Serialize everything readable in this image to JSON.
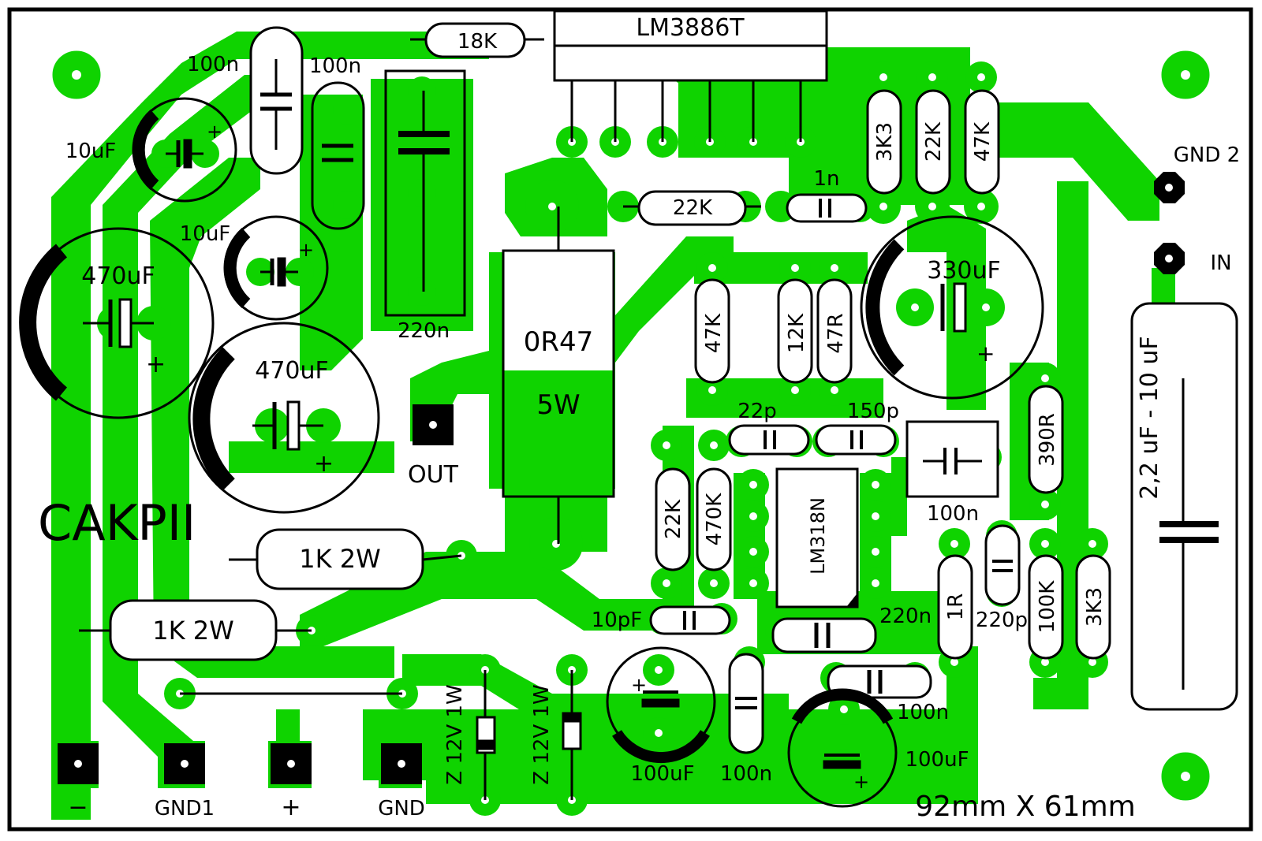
{
  "colors": {
    "copper": "#0fd300",
    "ink": "#000000",
    "board": "#ffffff"
  },
  "chip_main": "LM3886T",
  "chip_opamp": "LM318N",
  "board_name": "CAKPII",
  "board_size": "92mm X 61mm",
  "terminals": {
    "gnd2": "GND 2",
    "in": "IN",
    "out": "OUT",
    "minus": "−",
    "gnd1": "GND1",
    "plus": "+",
    "gnd": "GND"
  },
  "components": {
    "r18k": "18K",
    "c100n_a": "100n",
    "c100n_b": "100n",
    "c10uf_a": "10uF",
    "c10uf_b": "10uF",
    "c470uf_a": "470uF",
    "c470uf_b": "470uF",
    "c220n_a": "220n",
    "r0r47": "0R47",
    "r0r47_w": "5W",
    "r22k_a": "22K",
    "c1n": "1n",
    "r3k3_a": "3K3",
    "r22k_b": "22K",
    "r47k_a": "47K",
    "c330uf": "330uF",
    "r47k_b": "47K",
    "r12k": "12K",
    "r47r": "47R",
    "c22p": "22p",
    "c150p": "150p",
    "r390r": "390R",
    "c100n_c": "100n",
    "r22k_c": "22K",
    "r470k": "470K",
    "r1k2w_a": "1K 2W",
    "r1k2w_b": "1K 2W",
    "c10pf": "10pF",
    "c220n_b": "220n",
    "r1r": "1R",
    "c220p": "220p",
    "r100k": "100K",
    "r3k3_b": "3K3",
    "c_in": "2,2 uF - 10 uF",
    "z1": "Z 12V 1W",
    "z2": "Z 12V 1W",
    "c100uf_a": "100uF",
    "c100n_d": "100n",
    "c100n_e": "100n",
    "c100uf_b": "100uF"
  }
}
